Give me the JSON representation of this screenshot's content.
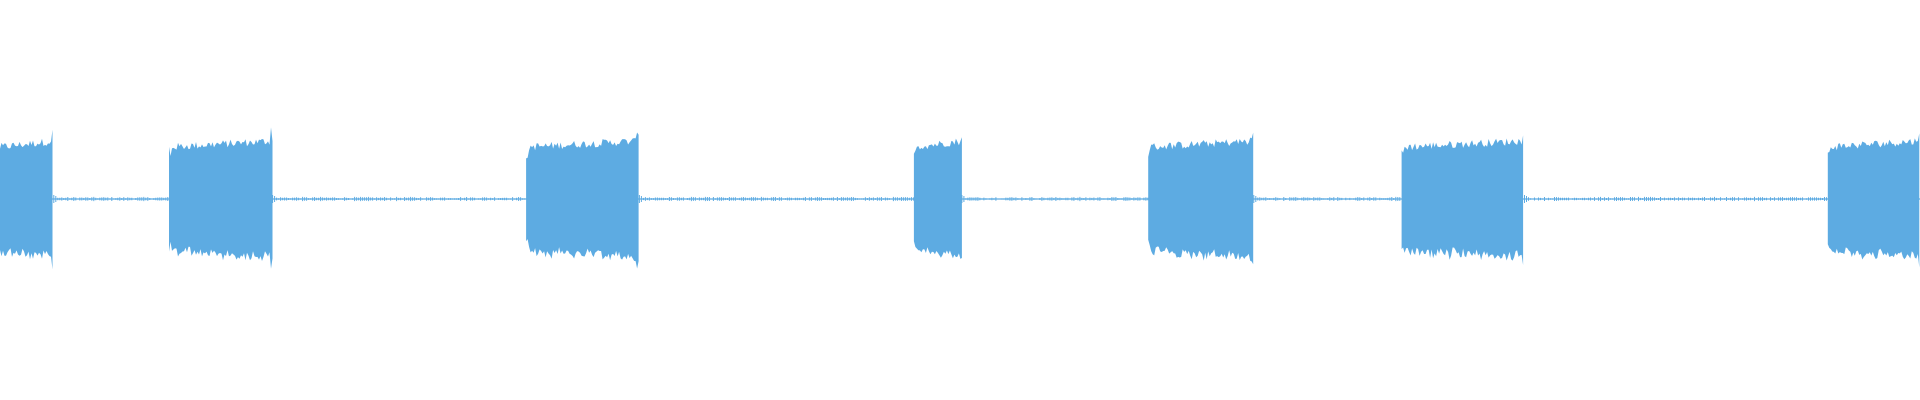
{
  "waveform": {
    "color": "#5DABE2",
    "background": "#FFFFFF",
    "segments": [
      {
        "kind": "burst",
        "start": 0.0,
        "end": 0.028
      },
      {
        "kind": "silence",
        "start": 0.028,
        "end": 0.088
      },
      {
        "kind": "burst",
        "start": 0.088,
        "end": 0.142
      },
      {
        "kind": "silence",
        "start": 0.142,
        "end": 0.274
      },
      {
        "kind": "burst",
        "start": 0.274,
        "end": 0.333
      },
      {
        "kind": "silence",
        "start": 0.333,
        "end": 0.476
      },
      {
        "kind": "burst",
        "start": 0.476,
        "end": 0.501
      },
      {
        "kind": "silence",
        "start": 0.501,
        "end": 0.598
      },
      {
        "kind": "burst",
        "start": 0.598,
        "end": 0.653
      },
      {
        "kind": "silence",
        "start": 0.653,
        "end": 0.73
      },
      {
        "kind": "burst",
        "start": 0.73,
        "end": 0.794
      },
      {
        "kind": "silence",
        "start": 0.794,
        "end": 0.952
      },
      {
        "kind": "burst",
        "start": 0.952,
        "end": 1.0
      }
    ]
  }
}
